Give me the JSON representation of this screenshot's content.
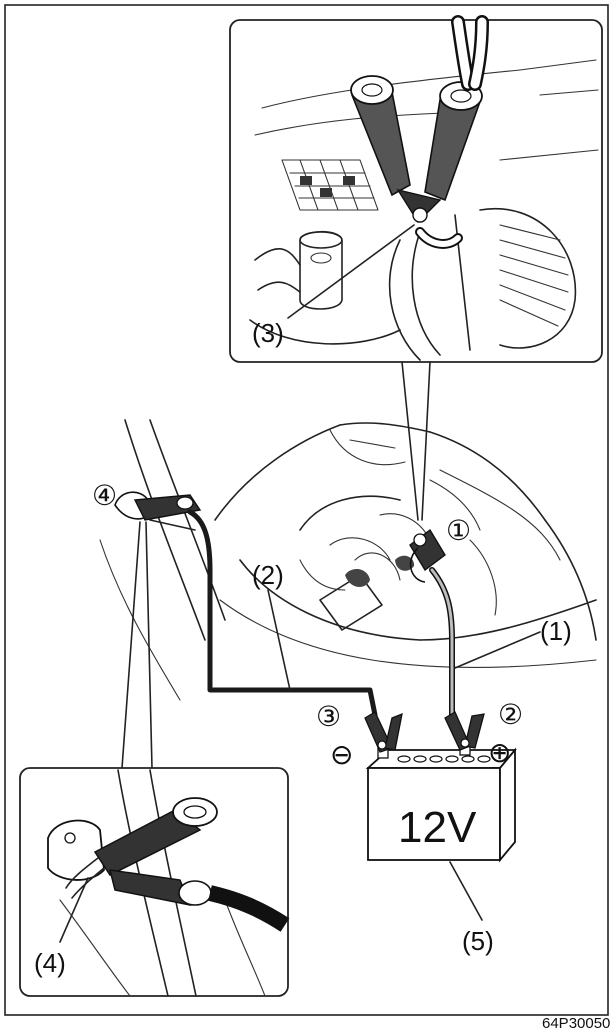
{
  "labels": {
    "ref_1": "(1)",
    "ref_2": "(2)",
    "ref_3_detail": "(3)",
    "ref_4_detail": "(4)",
    "ref_5": "(5)",
    "step_1": "①",
    "step_2": "②",
    "step_3": "③",
    "step_4": "④",
    "minus": "⊖",
    "plus": "⊕",
    "battery_voltage": "12V",
    "figure_code": "64P30050"
  },
  "colors": {
    "line": "#222222",
    "cable_dark": "#1a1a1a",
    "cable_light": "#bdbdbd",
    "background": "#ffffff"
  }
}
